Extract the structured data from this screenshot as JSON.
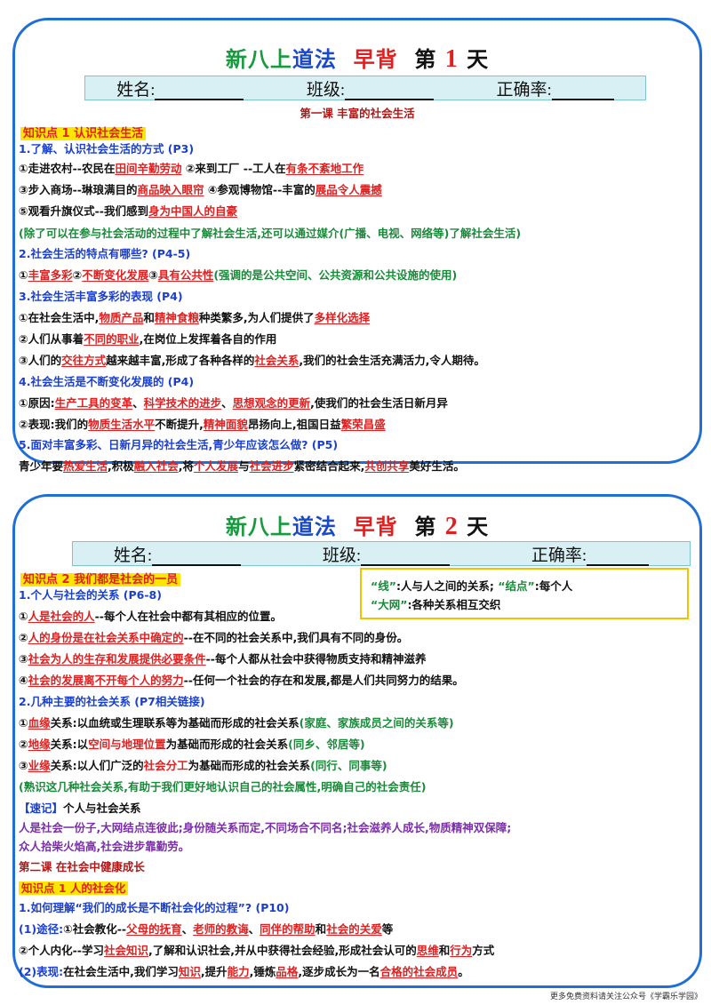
{
  "card1": {
    "title": {
      "a": "新八上",
      "b": "道法",
      "c": "早背",
      "d": "第",
      "e": "1",
      "f": "天"
    },
    "name_label": "姓名:",
    "class_label": "班级:",
    "rate_label": "正确率:",
    "lesson": "第一课  丰富的社会生活",
    "kp": "知识点 1  认识社会生活",
    "lines": [
      [
        {
          "c": "blue",
          "t": "1.了解、认识社会生活的方式 (P3)"
        }
      ],
      [
        {
          "c": "",
          "t": "①走进农村--农民在"
        },
        {
          "c": "u",
          "t": "田间辛勤劳动"
        },
        {
          "c": "",
          "t": " ②来到工厂  --工人在"
        },
        {
          "c": "u",
          "t": "有条不紊地工作"
        }
      ],
      [
        {
          "c": "",
          "t": "③步入商场--琳琅满目的"
        },
        {
          "c": "u",
          "t": "商品映入眼帘"
        },
        {
          "c": "",
          "t": "   ④参观博物馆--丰富的"
        },
        {
          "c": "u",
          "t": "展品令人震撼"
        }
      ],
      [
        {
          "c": "",
          "t": "⑤观看升旗仪式--我们感到"
        },
        {
          "c": "u",
          "t": "身为中国人的自豪"
        }
      ],
      [
        {
          "c": "green",
          "t": "  (除了可以在参与社会活动的过程中了解社会生活,还可以通过媒介(广播、电视、网络等)了解社会生活)"
        }
      ],
      [
        {
          "c": "blue",
          "t": "2.社会生活的特点有哪些? (P4-5)"
        }
      ],
      [
        {
          "c": "",
          "t": "①"
        },
        {
          "c": "u",
          "t": "丰富多彩"
        },
        {
          "c": "",
          "t": "②"
        },
        {
          "c": "u",
          "t": "不断变化发展"
        },
        {
          "c": "",
          "t": "③"
        },
        {
          "c": "u",
          "t": "具有公共性"
        },
        {
          "c": "green",
          "t": "(强调的是公共空间、公共资源和公共设施的使用)"
        }
      ],
      [
        {
          "c": "blue",
          "t": "3.社会生活丰富多彩的表现 (P4)"
        }
      ],
      [
        {
          "c": "",
          "t": "①在社会生活中,"
        },
        {
          "c": "u",
          "t": "物质产品"
        },
        {
          "c": "",
          "t": "和"
        },
        {
          "c": "u",
          "t": "精神食粮"
        },
        {
          "c": "",
          "t": "种类繁多,为人们提供了"
        },
        {
          "c": "u",
          "t": "多样化选择"
        }
      ],
      [
        {
          "c": "",
          "t": "②人们从事着"
        },
        {
          "c": "u",
          "t": "不同的职业"
        },
        {
          "c": "",
          "t": ",在岗位上发挥着各自的作用"
        }
      ],
      [
        {
          "c": "",
          "t": "③人们的"
        },
        {
          "c": "u",
          "t": "交往方式"
        },
        {
          "c": "",
          "t": "越来越丰富,形成了各种各样的"
        },
        {
          "c": "u",
          "t": "社会关系"
        },
        {
          "c": "",
          "t": ",我们的社会生活充满活力,令人期待。"
        }
      ],
      [
        {
          "c": "blue",
          "t": "4.社会生活是不断变化发展的 (P4)"
        }
      ],
      [
        {
          "c": "",
          "t": "①原因:"
        },
        {
          "c": "u",
          "t": "生产工具的变革"
        },
        {
          "c": "",
          "t": "、"
        },
        {
          "c": "u",
          "t": "科学技术的进步"
        },
        {
          "c": "",
          "t": "、"
        },
        {
          "c": "u",
          "t": "思想观念的更新"
        },
        {
          "c": "",
          "t": ",使我们的社会生活日新月异"
        }
      ],
      [
        {
          "c": "",
          "t": "②表现:我们的"
        },
        {
          "c": "u",
          "t": "物质生活水平"
        },
        {
          "c": "",
          "t": "不断提升,"
        },
        {
          "c": "u",
          "t": "精神面貌"
        },
        {
          "c": "",
          "t": "昂扬向上,祖国日益"
        },
        {
          "c": "u",
          "t": "繁荣昌盛"
        }
      ],
      [
        {
          "c": "blue",
          "t": "   5.面对丰富多彩、日新月异的社会生活,青少年应该怎么做? (P5)"
        }
      ],
      [
        {
          "c": "",
          "t": "     青少年要"
        },
        {
          "c": "u",
          "t": "热爱生活"
        },
        {
          "c": "",
          "t": ",积极"
        },
        {
          "c": "u",
          "t": "融入社会"
        },
        {
          "c": "",
          "t": ",将"
        },
        {
          "c": "u",
          "t": "个人发展"
        },
        {
          "c": "",
          "t": "与"
        },
        {
          "c": "u",
          "t": "社会进步"
        },
        {
          "c": "",
          "t": "紧密结合起来,"
        },
        {
          "c": "u",
          "t": "共创共享"
        },
        {
          "c": "",
          "t": "美好生活。"
        }
      ]
    ]
  },
  "card2": {
    "title": {
      "a": "新八上",
      "b": "道法",
      "c": "早背",
      "d": "第",
      "e": "2",
      "f": "天"
    },
    "name_label": "姓名:",
    "class_label": "班级:",
    "rate_label": "正确率:",
    "kp": "知识点 2  我们都是社会的一员",
    "box": {
      "l1a": "“线”",
      "l1b": ":人与人之间的关系;",
      "l1c": "“结点”",
      "l1d": ":每个人",
      "l2a": "“大网”",
      "l2b": ":各种关系相互交织"
    },
    "lines": [
      [
        {
          "c": "blue",
          "t": "1.个人与社会的关系 (P6-8)"
        }
      ],
      [
        {
          "c": "",
          "t": "①"
        },
        {
          "c": "u",
          "t": "人是社会的人"
        },
        {
          "c": "",
          "t": "--每个人在社会中都有其相应的位置。"
        }
      ],
      [
        {
          "c": "",
          "t": "②"
        },
        {
          "c": "u",
          "t": "人的身份是在社会关系中确定的"
        },
        {
          "c": "",
          "t": "--在不同的社会关系中,我们具有不同的身份。"
        }
      ],
      [
        {
          "c": "",
          "t": "③"
        },
        {
          "c": "u",
          "t": "社会为人的生存和发展提供必要条件"
        },
        {
          "c": "",
          "t": "--每个人都从社会中获得物质支持和精神滋养"
        }
      ],
      [
        {
          "c": "",
          "t": "④"
        },
        {
          "c": "u",
          "t": "社会的发展离不开每个人的努力"
        },
        {
          "c": "",
          "t": "--任何一个社会的存在和发展,都是人们共同努力的结果。"
        }
      ],
      [
        {
          "c": "blue",
          "t": "2.几种主要的社会关系 (P7相关链接)"
        }
      ],
      [
        {
          "c": "",
          "t": "①"
        },
        {
          "c": "u",
          "t": "血缘"
        },
        {
          "c": "",
          "t": "关系:以血统或生理联系等为基础而形成的社会关系"
        },
        {
          "c": "green",
          "t": "(家庭、家族成员之间的关系等)"
        }
      ],
      [
        {
          "c": "",
          "t": "②"
        },
        {
          "c": "u",
          "t": "地缘"
        },
        {
          "c": "",
          "t": "关系:以"
        },
        {
          "c": "red",
          "t": "空间与地理位置"
        },
        {
          "c": "",
          "t": "为基础而形成的社会关系"
        },
        {
          "c": "green",
          "t": "(同乡、邻居等)"
        }
      ],
      [
        {
          "c": "",
          "t": "③"
        },
        {
          "c": "u",
          "t": "业缘"
        },
        {
          "c": "",
          "t": "关系:以人们广泛的"
        },
        {
          "c": "red",
          "t": "社会分工"
        },
        {
          "c": "",
          "t": "为基础而形成的社会关系"
        },
        {
          "c": "green",
          "t": "(同行、同事等)"
        }
      ],
      [
        {
          "c": "green",
          "t": "  (熟识这几种社会关系,有助于我们更好地认识自己的社会属性,明确自己的社会责任)"
        }
      ],
      [
        {
          "c": "blue",
          "t": "  【速记】"
        },
        {
          "c": "",
          "t": "个人与社会关系"
        }
      ],
      [
        {
          "c": "purple",
          "t": "人是社会一份子,大网结点连彼此;身份随关系而定,不同场合不同名;社会滋养人成长,物质精神双保障;"
        }
      ],
      [
        {
          "c": "purple",
          "t": "众人拾柴火焰高,社会进步靠勤劳。"
        }
      ],
      [
        {
          "c": "center",
          "t": "                                 第二课   在社会中健康成长"
        }
      ],
      [
        {
          "c": "hl",
          "t": "知识点 1 人的社会化"
        }
      ],
      [
        {
          "c": "blue",
          "t": "1.如何理解“我们的成长是不断社会化的过程”? (P10)"
        }
      ],
      [
        {
          "c": "blue",
          "t": "  (1)途径:"
        },
        {
          "c": "",
          "t": "①社会教化--"
        },
        {
          "c": "u",
          "t": "父母的抚育"
        },
        {
          "c": "",
          "t": "、"
        },
        {
          "c": "u",
          "t": "老师的教诲"
        },
        {
          "c": "",
          "t": "、"
        },
        {
          "c": "u",
          "t": "同伴的帮助"
        },
        {
          "c": "",
          "t": "和"
        },
        {
          "c": "u",
          "t": "社会的关爱"
        },
        {
          "c": "",
          "t": "等"
        }
      ],
      [
        {
          "c": "",
          "t": "②个人内化--学习"
        },
        {
          "c": "u",
          "t": "社会知识"
        },
        {
          "c": "",
          "t": ",了解和认识社会,并从中获得社会经验,形成社会认可的"
        },
        {
          "c": "u",
          "t": "思维"
        },
        {
          "c": "",
          "t": "和"
        },
        {
          "c": "u",
          "t": "行为"
        },
        {
          "c": "",
          "t": "方式"
        }
      ],
      [
        {
          "c": "blue",
          "t": "   (2)表现:"
        },
        {
          "c": "",
          "t": "在社会生活中,我们学习"
        },
        {
          "c": "u",
          "t": "知识"
        },
        {
          "c": "",
          "t": ",提升"
        },
        {
          "c": "u",
          "t": "能力"
        },
        {
          "c": "",
          "t": ",锤炼"
        },
        {
          "c": "u",
          "t": "品格"
        },
        {
          "c": "",
          "t": ",逐步成长为一名"
        },
        {
          "c": "u",
          "t": "合格的社会成员"
        },
        {
          "c": "",
          "t": "。"
        }
      ]
    ]
  },
  "footer": "更多免费资料请关注公众号《学霸乐学园》"
}
